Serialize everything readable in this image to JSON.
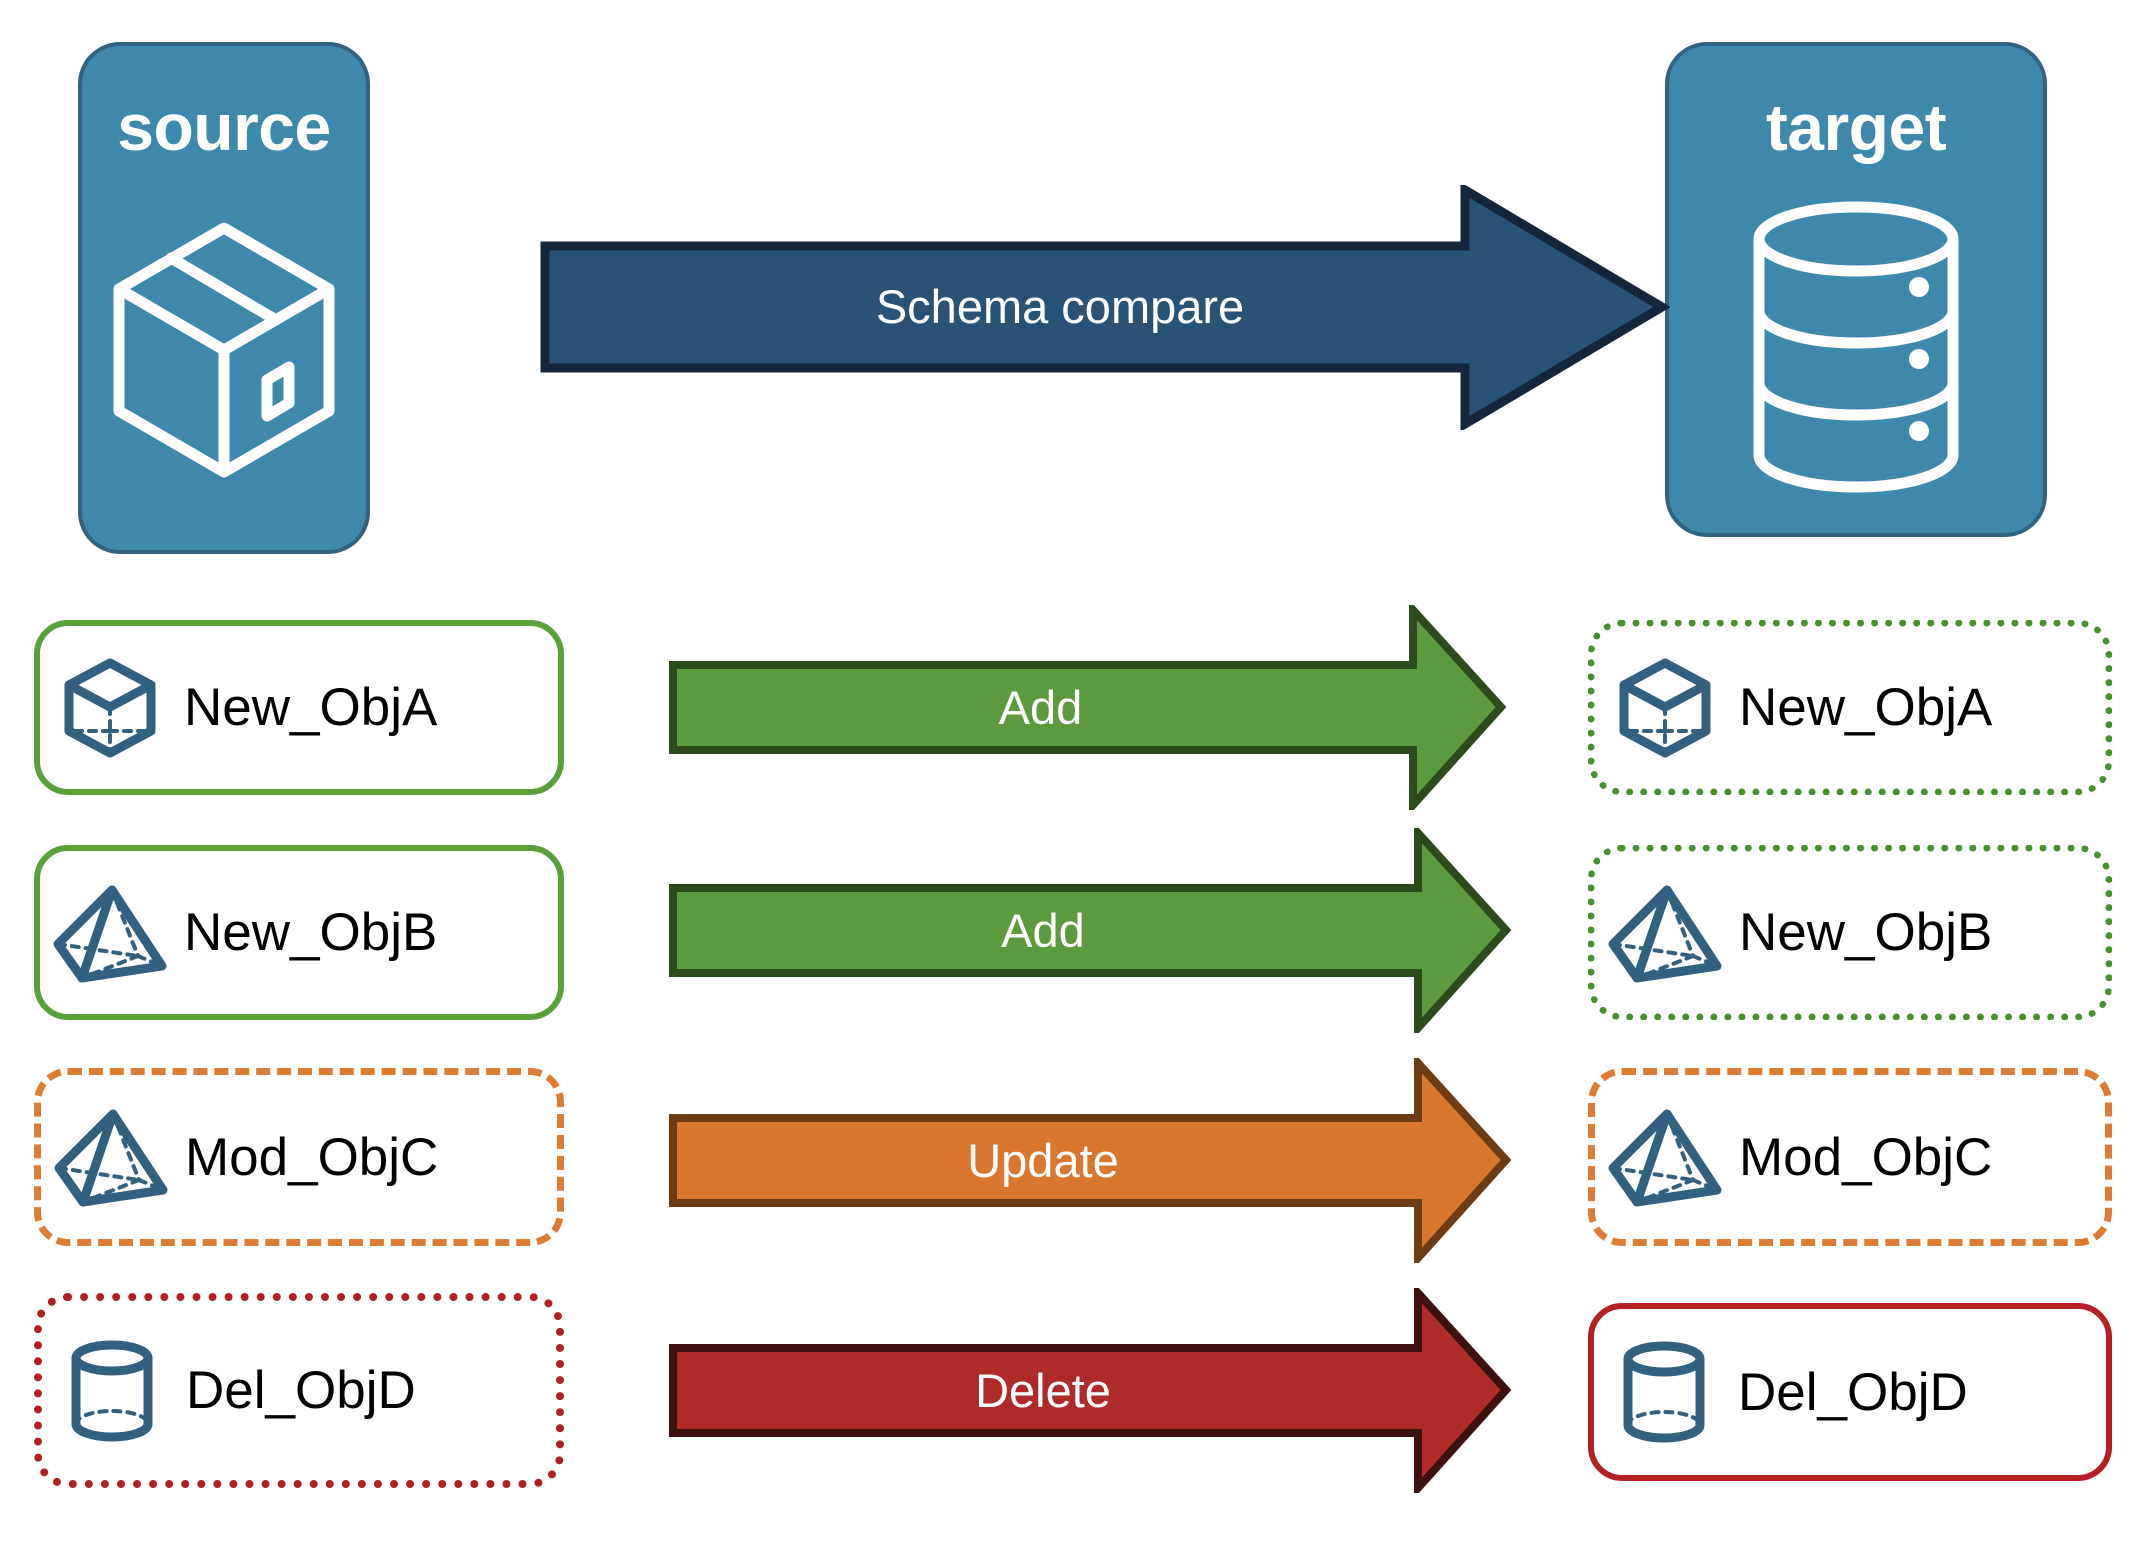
{
  "diagram": {
    "title": "Schema compare source to target",
    "background": "#ffffff"
  },
  "endpoints": {
    "source": {
      "label": "source",
      "icon": "package-box-icon",
      "fill": "#3d88ab",
      "border": "#336180",
      "text_color": "#ffffff"
    },
    "target": {
      "label": "target",
      "icon": "database-cylinder-icon",
      "fill": "#3d88ab",
      "border": "#336180",
      "text_color": "#ffffff"
    }
  },
  "main_arrow": {
    "label": "Schema compare",
    "fill": "#2a5275",
    "stroke": "#16263a",
    "text_color": "#ffffff",
    "direction": "right"
  },
  "palette": {
    "add_green": "#5b9b3e",
    "add_green_stroke": "#2c4a1c",
    "update_orange": "#d9772f",
    "update_orange_stroke": "#6d3b14",
    "delete_red": "#ad2b28",
    "delete_red_stroke": "#3d1110",
    "object_icon_blue": "#33607f",
    "box_green_solid": "#5aa03c",
    "box_green_dotted": "#4a8f2f",
    "box_orange_dashed": "#dd7c34",
    "box_red_dotted": "#af2025",
    "box_red_solid": "#b32025"
  },
  "rows": [
    {
      "source": {
        "label": "New_ObjA",
        "icon": "cube-wireframe-icon",
        "border_style": "solid",
        "border_color": "#5aa03c"
      },
      "action": {
        "label": "Add",
        "color": "#5b9b3e",
        "stroke": "#2c4a1c"
      },
      "target": {
        "label": "New_ObjA",
        "icon": "cube-wireframe-icon",
        "border_style": "dotted",
        "border_color": "#4a8f2f"
      }
    },
    {
      "source": {
        "label": "New_ObjB",
        "icon": "pyramid-wireframe-icon",
        "border_style": "solid",
        "border_color": "#5aa03c"
      },
      "action": {
        "label": "Add",
        "color": "#5b9b3e",
        "stroke": "#2c4a1c"
      },
      "target": {
        "label": "New_ObjB",
        "icon": "pyramid-wireframe-icon",
        "border_style": "dotted",
        "border_color": "#4a8f2f"
      }
    },
    {
      "source": {
        "label": "Mod_ObjC",
        "icon": "pyramid-wireframe-icon",
        "border_style": "dashed",
        "border_color": "#dd7c34"
      },
      "action": {
        "label": "Update",
        "color": "#d9772f",
        "stroke": "#6d3b14"
      },
      "target": {
        "label": "Mod_ObjC",
        "icon": "pyramid-wireframe-icon",
        "border_style": "dashed",
        "border_color": "#dd7c34"
      }
    },
    {
      "source": {
        "label": "Del_ObjD",
        "icon": "cylinder-wireframe-icon",
        "border_style": "dotted",
        "border_color": "#af2025"
      },
      "action": {
        "label": "Delete",
        "color": "#ad2b28",
        "stroke": "#3d1110"
      },
      "target": {
        "label": "Del_ObjD",
        "icon": "cylinder-wireframe-icon",
        "border_style": "solid",
        "border_color": "#b32025"
      }
    }
  ]
}
